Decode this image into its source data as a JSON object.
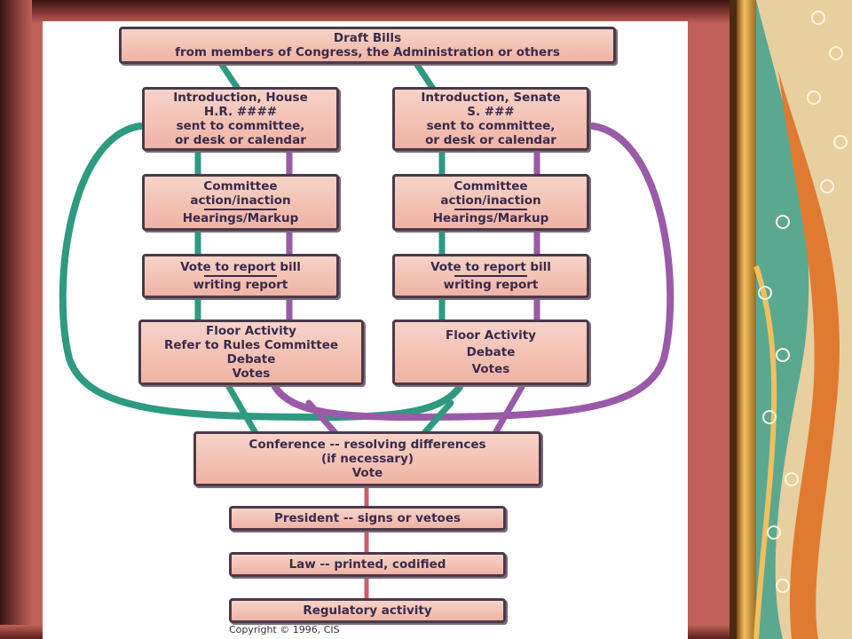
{
  "diagram": {
    "draft": {
      "line1": "Draft Bills",
      "line2": "from members of Congress, the Administration or others"
    },
    "house": {
      "intro": [
        "Introduction, House",
        "H.R. ####",
        "sent to committee,",
        "or desk or calendar"
      ],
      "committee": {
        "line1": "Committee",
        "line2": "action/inaction",
        "line3": "Hearings/Markup"
      },
      "vote": {
        "line1": "Vote to report bill",
        "line2": "writing report"
      },
      "floor": [
        "Floor Activity",
        "Refer to Rules Committee",
        "Debate",
        "Votes"
      ]
    },
    "senate": {
      "intro": [
        "Introduction, Senate",
        "S. ###",
        "sent to committee,",
        "or desk or calendar"
      ],
      "committee": {
        "line1": "Committee",
        "line2": "action/inaction",
        "line3": "Hearings/Markup"
      },
      "vote": {
        "line1": "Vote to report bill",
        "line2": "writing report"
      },
      "floor": [
        "Floor Activity",
        "Debate",
        "Votes"
      ]
    },
    "conference": [
      "Conference -- resolving differences",
      "(if necessary)",
      "Vote"
    ],
    "president": "President -- signs or vetoes",
    "law": "Law -- printed, codified",
    "regulatory": "Regulatory activity",
    "copyright": "Copyright © 1996, CIS"
  },
  "colors": {
    "house_path": "#2e9a80",
    "senate_path": "#9a5aa8",
    "box_fill": "#f2c2b4",
    "slide_bg": "#c0605a"
  }
}
